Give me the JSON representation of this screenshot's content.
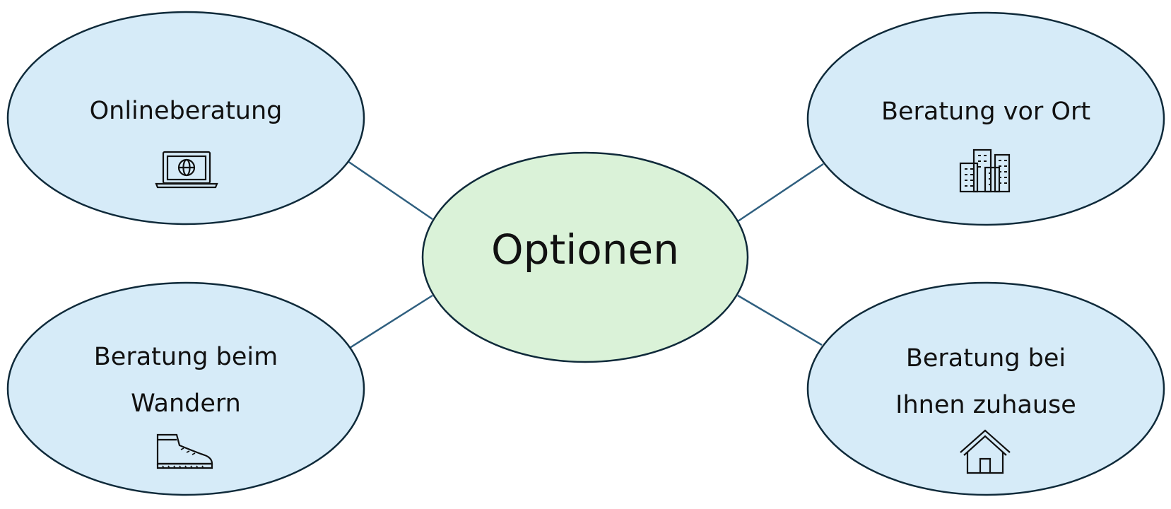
{
  "center": {
    "label": "Optionen",
    "fill": "#daf2d8"
  },
  "nodes": [
    {
      "id": "online",
      "label": "Onlineberatung",
      "icon": "laptop-globe-icon"
    },
    {
      "id": "vor-ort",
      "label": "Beratung vor Ort",
      "icon": "office-buildings-icon"
    },
    {
      "id": "wandern",
      "label_lines": [
        "Beratung beim",
        "Wandern"
      ],
      "icon": "hiking-boot-icon"
    },
    {
      "id": "zuhause",
      "label_lines": [
        "Beratung bei",
        "Ihnen zuhause"
      ],
      "icon": "house-icon"
    }
  ],
  "colors": {
    "node_fill": "#d6ebf8",
    "outline": "#0f2a3a",
    "connector": "#2f5f7f",
    "text": "#111111"
  }
}
